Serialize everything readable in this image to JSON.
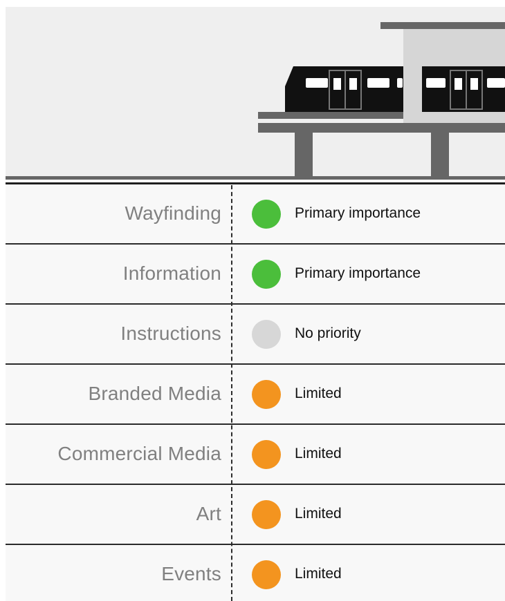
{
  "illustration": {
    "icon": "elevated-train-icon",
    "colors": {
      "sky": "#efefef",
      "structure": "#666666",
      "station": "#d6d6d6",
      "train": "#111111",
      "window": "#ffffff"
    }
  },
  "table": {
    "rows": [
      {
        "category": "Wayfinding",
        "status": "Primary importance",
        "status_color": "#4bbe3b"
      },
      {
        "category": "Information",
        "status": "Primary importance",
        "status_color": "#4bbe3b"
      },
      {
        "category": "Instructions",
        "status": "No priority",
        "status_color": "#d7d7d7"
      },
      {
        "category": "Branded Media",
        "status": "Limited",
        "status_color": "#f3941f"
      },
      {
        "category": "Commercial Media",
        "status": "Limited",
        "status_color": "#f3941f"
      },
      {
        "category": "Art",
        "status": "Limited",
        "status_color": "#f3941f"
      },
      {
        "category": "Events",
        "status": "Limited",
        "status_color": "#f3941f"
      }
    ]
  }
}
